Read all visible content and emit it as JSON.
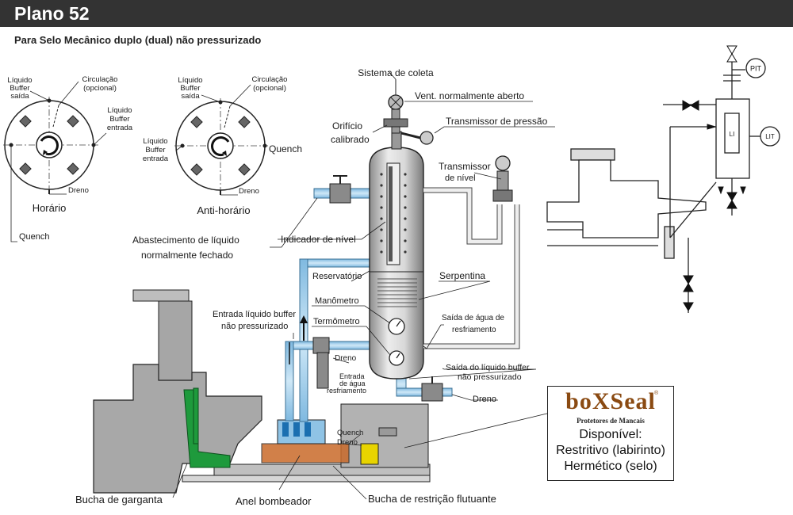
{
  "header": {
    "title": "Plano 52"
  },
  "subtitle": "Para Selo Mecânico duplo (dual) não pressurizado",
  "flange_left": {
    "liq_buffer_saida": [
      "Líquido",
      "Buffer",
      "saída"
    ],
    "circulacao": [
      "Circulação",
      "(opcional)"
    ],
    "liq_buffer_entrada": [
      "Líquido",
      "Buffer",
      "entrada"
    ],
    "dreno": "Dreno",
    "rotation": "Horário",
    "quench": "Quench"
  },
  "flange_right": {
    "liq_buffer_saida": [
      "Líquido",
      "Buffer",
      "saída"
    ],
    "circulacao": [
      "Circulação",
      "(opcional)"
    ],
    "liq_buffer_entrada": [
      "Líquido",
      "Buffer",
      "entrada"
    ],
    "quench": "Quench",
    "dreno": "Dreno",
    "rotation": "Anti-horário"
  },
  "labels": {
    "sistema_coleta": "Sistema de coleta",
    "vent": "Vent. normalmente aberto",
    "orificio": [
      "Orifício",
      "calibrado"
    ],
    "transmissor_pressao": "Transmissor de pressão",
    "transmissor_nivel": [
      "Transmissor",
      "de nível"
    ],
    "abastecimento": [
      "Abastecimento de líquido",
      "normalmente fechado"
    ],
    "indicador_nivel": "Indicador de nível",
    "reservatorio": "Reservatório",
    "serpentina": "Serpentina",
    "manometro": "Manômetro",
    "termometro": "Termômetro",
    "entrada_buffer": [
      "Entrada líquido buffer",
      "não pressurizado"
    ],
    "saida_agua": [
      "Saída de água de",
      "resfriamento"
    ],
    "dreno_valve": "Dreno",
    "entrada_agua": [
      "Entrada",
      "de água",
      "resfriamento"
    ],
    "saida_buffer": [
      "Saída do líquido buffer",
      "não pressurizado"
    ],
    "dreno_bottom": "Dreno",
    "quench_seal": "Quench",
    "dreno_seal": "Dreno",
    "bucha_garganta": "Bucha de garganta",
    "anel_bombeador": "Anel bombeador",
    "bucha_restricao": "Bucha de restrição flutuante"
  },
  "instruments": {
    "pit": "PIT",
    "li": "LI",
    "lit": "LIT"
  },
  "brand": {
    "logo": "boXSeal",
    "reg": "®",
    "tagline": "Protetores de Mancais",
    "lines": [
      "Disponível:",
      "Restritivo (labirinto)",
      "Hermético (selo)"
    ]
  },
  "colors": {
    "header_bg": "#333333",
    "fluid_blue": "#a9d3ec",
    "seal_green": "#1e9a3c",
    "casing_gray": "#9a9a9a",
    "brand_brown": "#8a4a12"
  }
}
